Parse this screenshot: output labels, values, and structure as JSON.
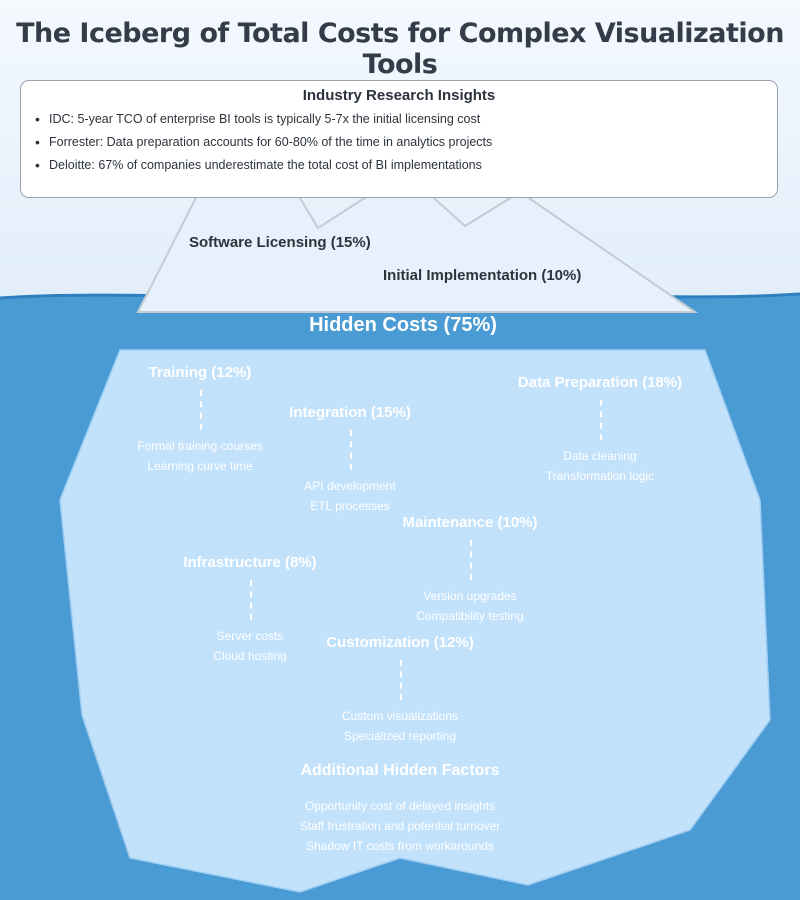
{
  "title": "The Iceberg of Total Costs for Complex Visualization Tools",
  "insights": {
    "title": "Industry Research Insights",
    "items": [
      "IDC: 5-year TCO of enterprise BI tools is typically 5-7x the initial licensing cost",
      "Forrester: Data preparation accounts for 60-80% of the time in analytics projects",
      "Deloitte: 67% of companies underestimate the total cost of BI implementations"
    ]
  },
  "visible_costs": {
    "software_licensing": "Software Licensing (15%)",
    "initial_implementation": "Initial Implementation (10%)"
  },
  "hidden_costs_title": "Hidden Costs (75%)",
  "categories": {
    "training": {
      "title": "Training (12%)",
      "details": [
        "Formal training courses",
        "Learning curve time"
      ]
    },
    "integration": {
      "title": "Integration (15%)",
      "details": [
        "API development",
        "ETL processes"
      ]
    },
    "data_preparation": {
      "title": "Data Preparation (18%)",
      "details": [
        "Data cleaning",
        "Transformation logic"
      ]
    },
    "maintenance": {
      "title": "Maintenance (10%)",
      "details": [
        "Version upgrades",
        "Compatibility testing"
      ]
    },
    "infrastructure": {
      "title": "Infrastructure (8%)",
      "details": [
        "Server costs",
        "Cloud hosting"
      ]
    },
    "customization": {
      "title": "Customization (12%)",
      "details": [
        "Custom visualizations",
        "Specialized reporting"
      ]
    }
  },
  "additional_factors": {
    "title": "Additional Hidden Factors",
    "items": [
      "Opportunity cost of delayed insights",
      "Staff frustration and potential turnover",
      "Shadow IT costs from workarounds"
    ]
  },
  "colors": {
    "sky": "#eef5fc",
    "water": "#4a9bd4",
    "iceberg_tip": "#e6f1fc",
    "iceberg_underwater": "#c2e1fb",
    "text_dark": "#2c333c"
  }
}
